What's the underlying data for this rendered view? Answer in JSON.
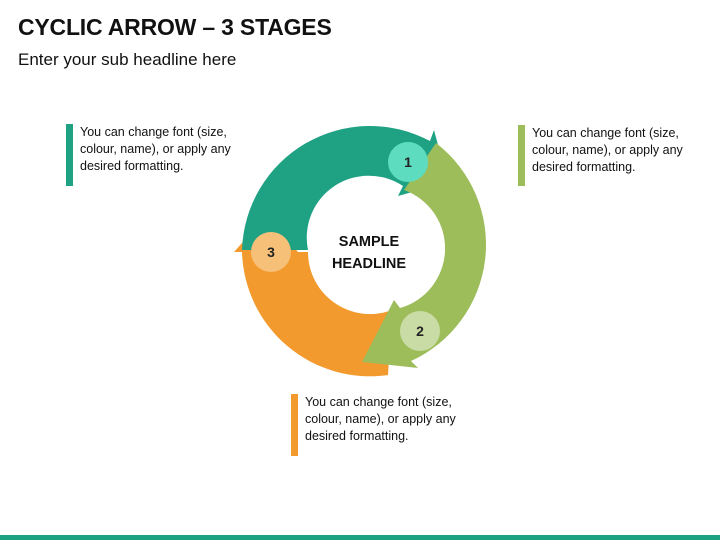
{
  "header": {
    "title": "CYCLIC ARROW – 3 STAGES",
    "subtitle": "Enter your sub headline here"
  },
  "center": {
    "line1": "SAMPLE",
    "line2": "HEADLINE"
  },
  "stages": [
    {
      "number": "1",
      "color": "#1fa184",
      "badge_color": "#5edcc0",
      "text_lines": [
        "You can change font (size,",
        "colour, name), or apply any",
        "desired formatting."
      ]
    },
    {
      "number": "2",
      "color": "#9dbd5b",
      "badge_color": "#c9dca5",
      "text_lines": [
        "You can change font (size,",
        "colour, name), or apply any",
        "desired formatting."
      ]
    },
    {
      "number": "3",
      "color": "#f29a2e",
      "badge_color": "#f7c079",
      "text_lines": [
        "You can change font (size,",
        "colour, name), or apply any",
        "desired formatting."
      ]
    }
  ]
}
